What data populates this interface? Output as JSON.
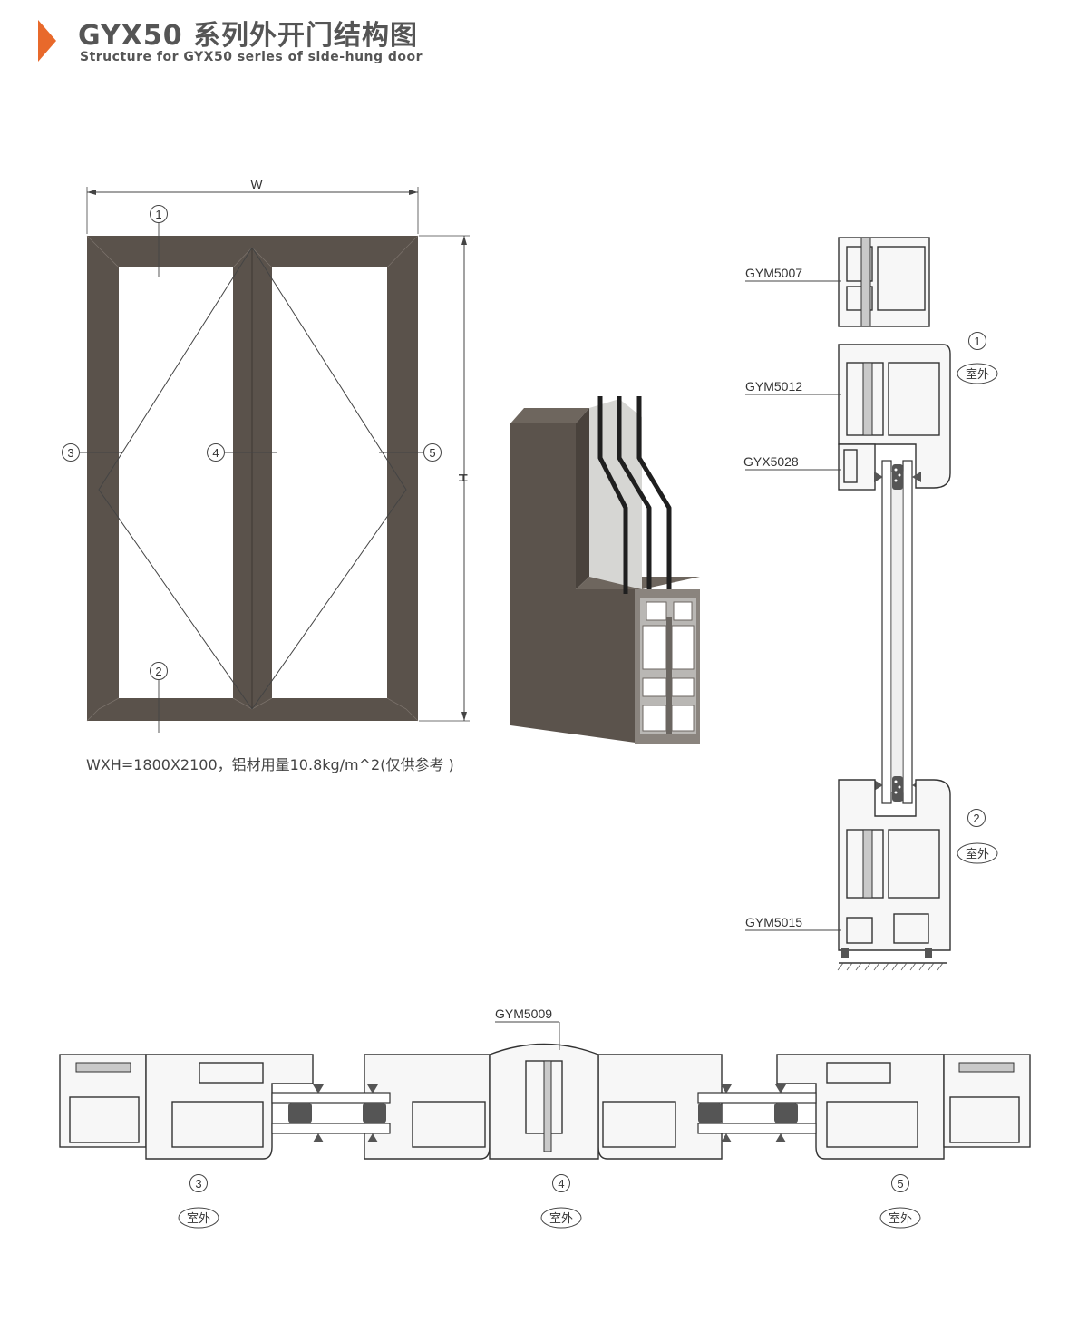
{
  "header": {
    "title": "GYX50 系列外开门结构图",
    "subtitle": "Structure for GYX50 series of side-hung door"
  },
  "colors": {
    "accent": "#e8692b",
    "frame": "#5a524b",
    "line": "#444444"
  },
  "elevation": {
    "width_label": "W",
    "height_label": "H",
    "callouts": [
      "1",
      "2",
      "3",
      "4",
      "5"
    ],
    "caption": "WXH=1800X2100，铝材用量10.8kg/m^2(仅供参考 )"
  },
  "vertical_section": {
    "labels": [
      "GYM5007",
      "GYM5012",
      "GYX5028",
      "GYM5015"
    ],
    "callouts": [
      "1",
      "2"
    ],
    "outdoor_label": "室外"
  },
  "horizontal_section": {
    "label": "GYM5009",
    "callouts": [
      "3",
      "4",
      "5"
    ],
    "outdoor_label": "室外"
  }
}
